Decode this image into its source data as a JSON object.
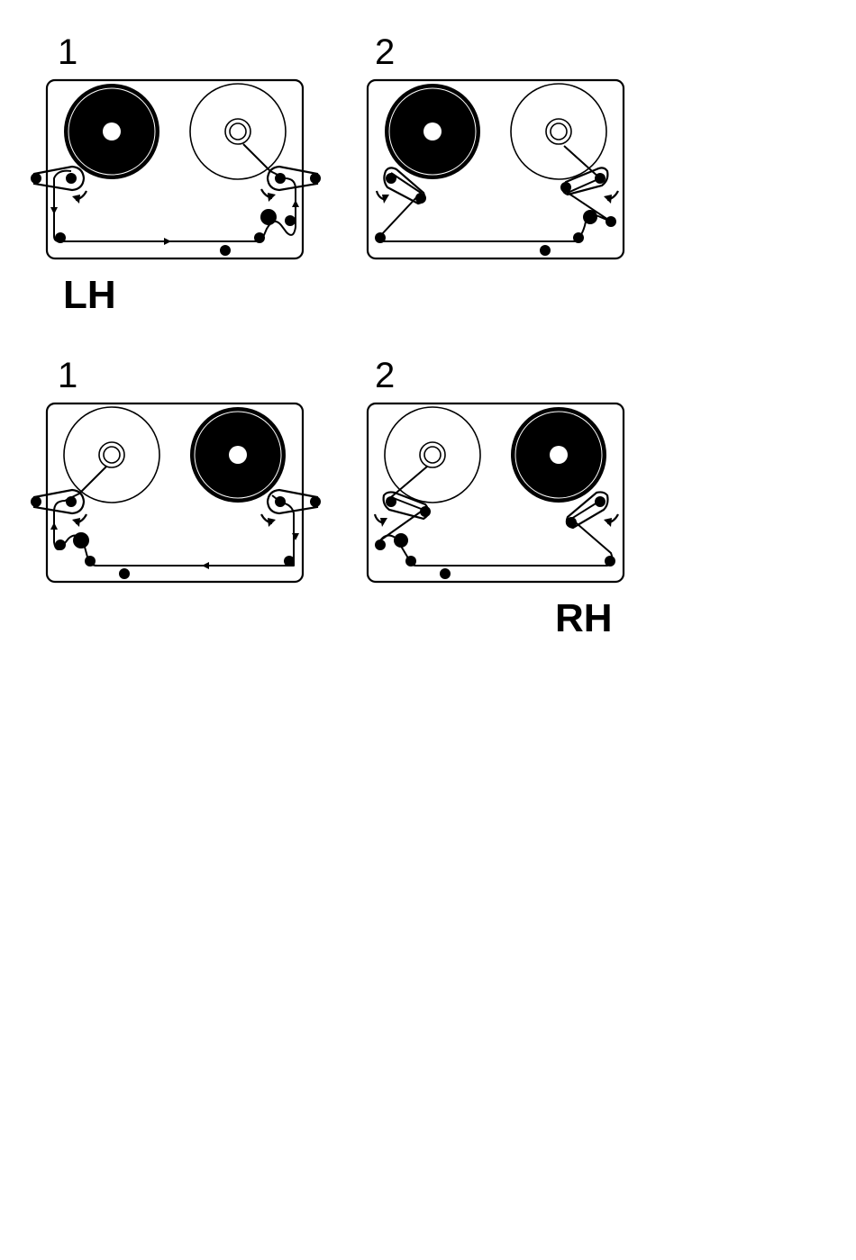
{
  "labels": {
    "step_1": "1",
    "step_2": "2",
    "left_hand": "LH",
    "right_hand": "RH"
  },
  "colors": {
    "ink": "#000000",
    "paper": "#ffffff"
  },
  "panels": [
    {
      "group": "LH",
      "step": "1",
      "full_reel": "left",
      "web_path": "loop"
    },
    {
      "group": "LH",
      "step": "2",
      "full_reel": "left",
      "web_path": "zigzag"
    },
    {
      "group": "RH",
      "step": "1",
      "full_reel": "right",
      "web_path": "loop"
    },
    {
      "group": "RH",
      "step": "2",
      "full_reel": "right",
      "web_path": "zigzag"
    }
  ]
}
